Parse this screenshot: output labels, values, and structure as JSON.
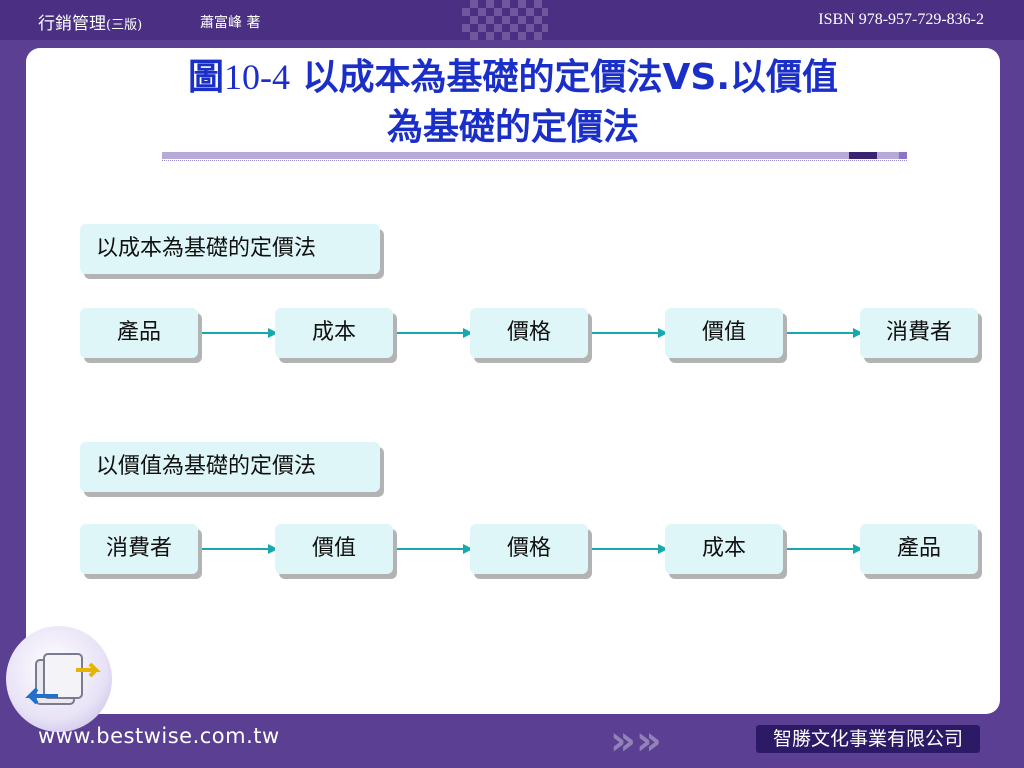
{
  "header": {
    "book_title": "行銷管理",
    "edition": "(三版)",
    "author": "蕭富峰 著",
    "isbn": "ISBN 978-957-729-836-2"
  },
  "title": {
    "prefix": "圖",
    "number": "10-4",
    "line1_rest": " 以成本為基礎的定價法VS.以價值",
    "line2": "為基礎的定價法"
  },
  "flows": [
    {
      "label": "以成本為基礎的定價法",
      "steps": [
        "產品",
        "成本",
        "價格",
        "價值",
        "消費者"
      ]
    },
    {
      "label": "以價值為基礎的定價法",
      "steps": [
        "消費者",
        "價值",
        "價格",
        "成本",
        "產品"
      ]
    }
  ],
  "footer": {
    "url": "www.bestwise.com.tw",
    "publisher": "智勝文化事業有限公司"
  },
  "colors": {
    "box_fill": "#dff6f8",
    "arrow": "#17a9ad",
    "title": "#1a2ec8"
  }
}
